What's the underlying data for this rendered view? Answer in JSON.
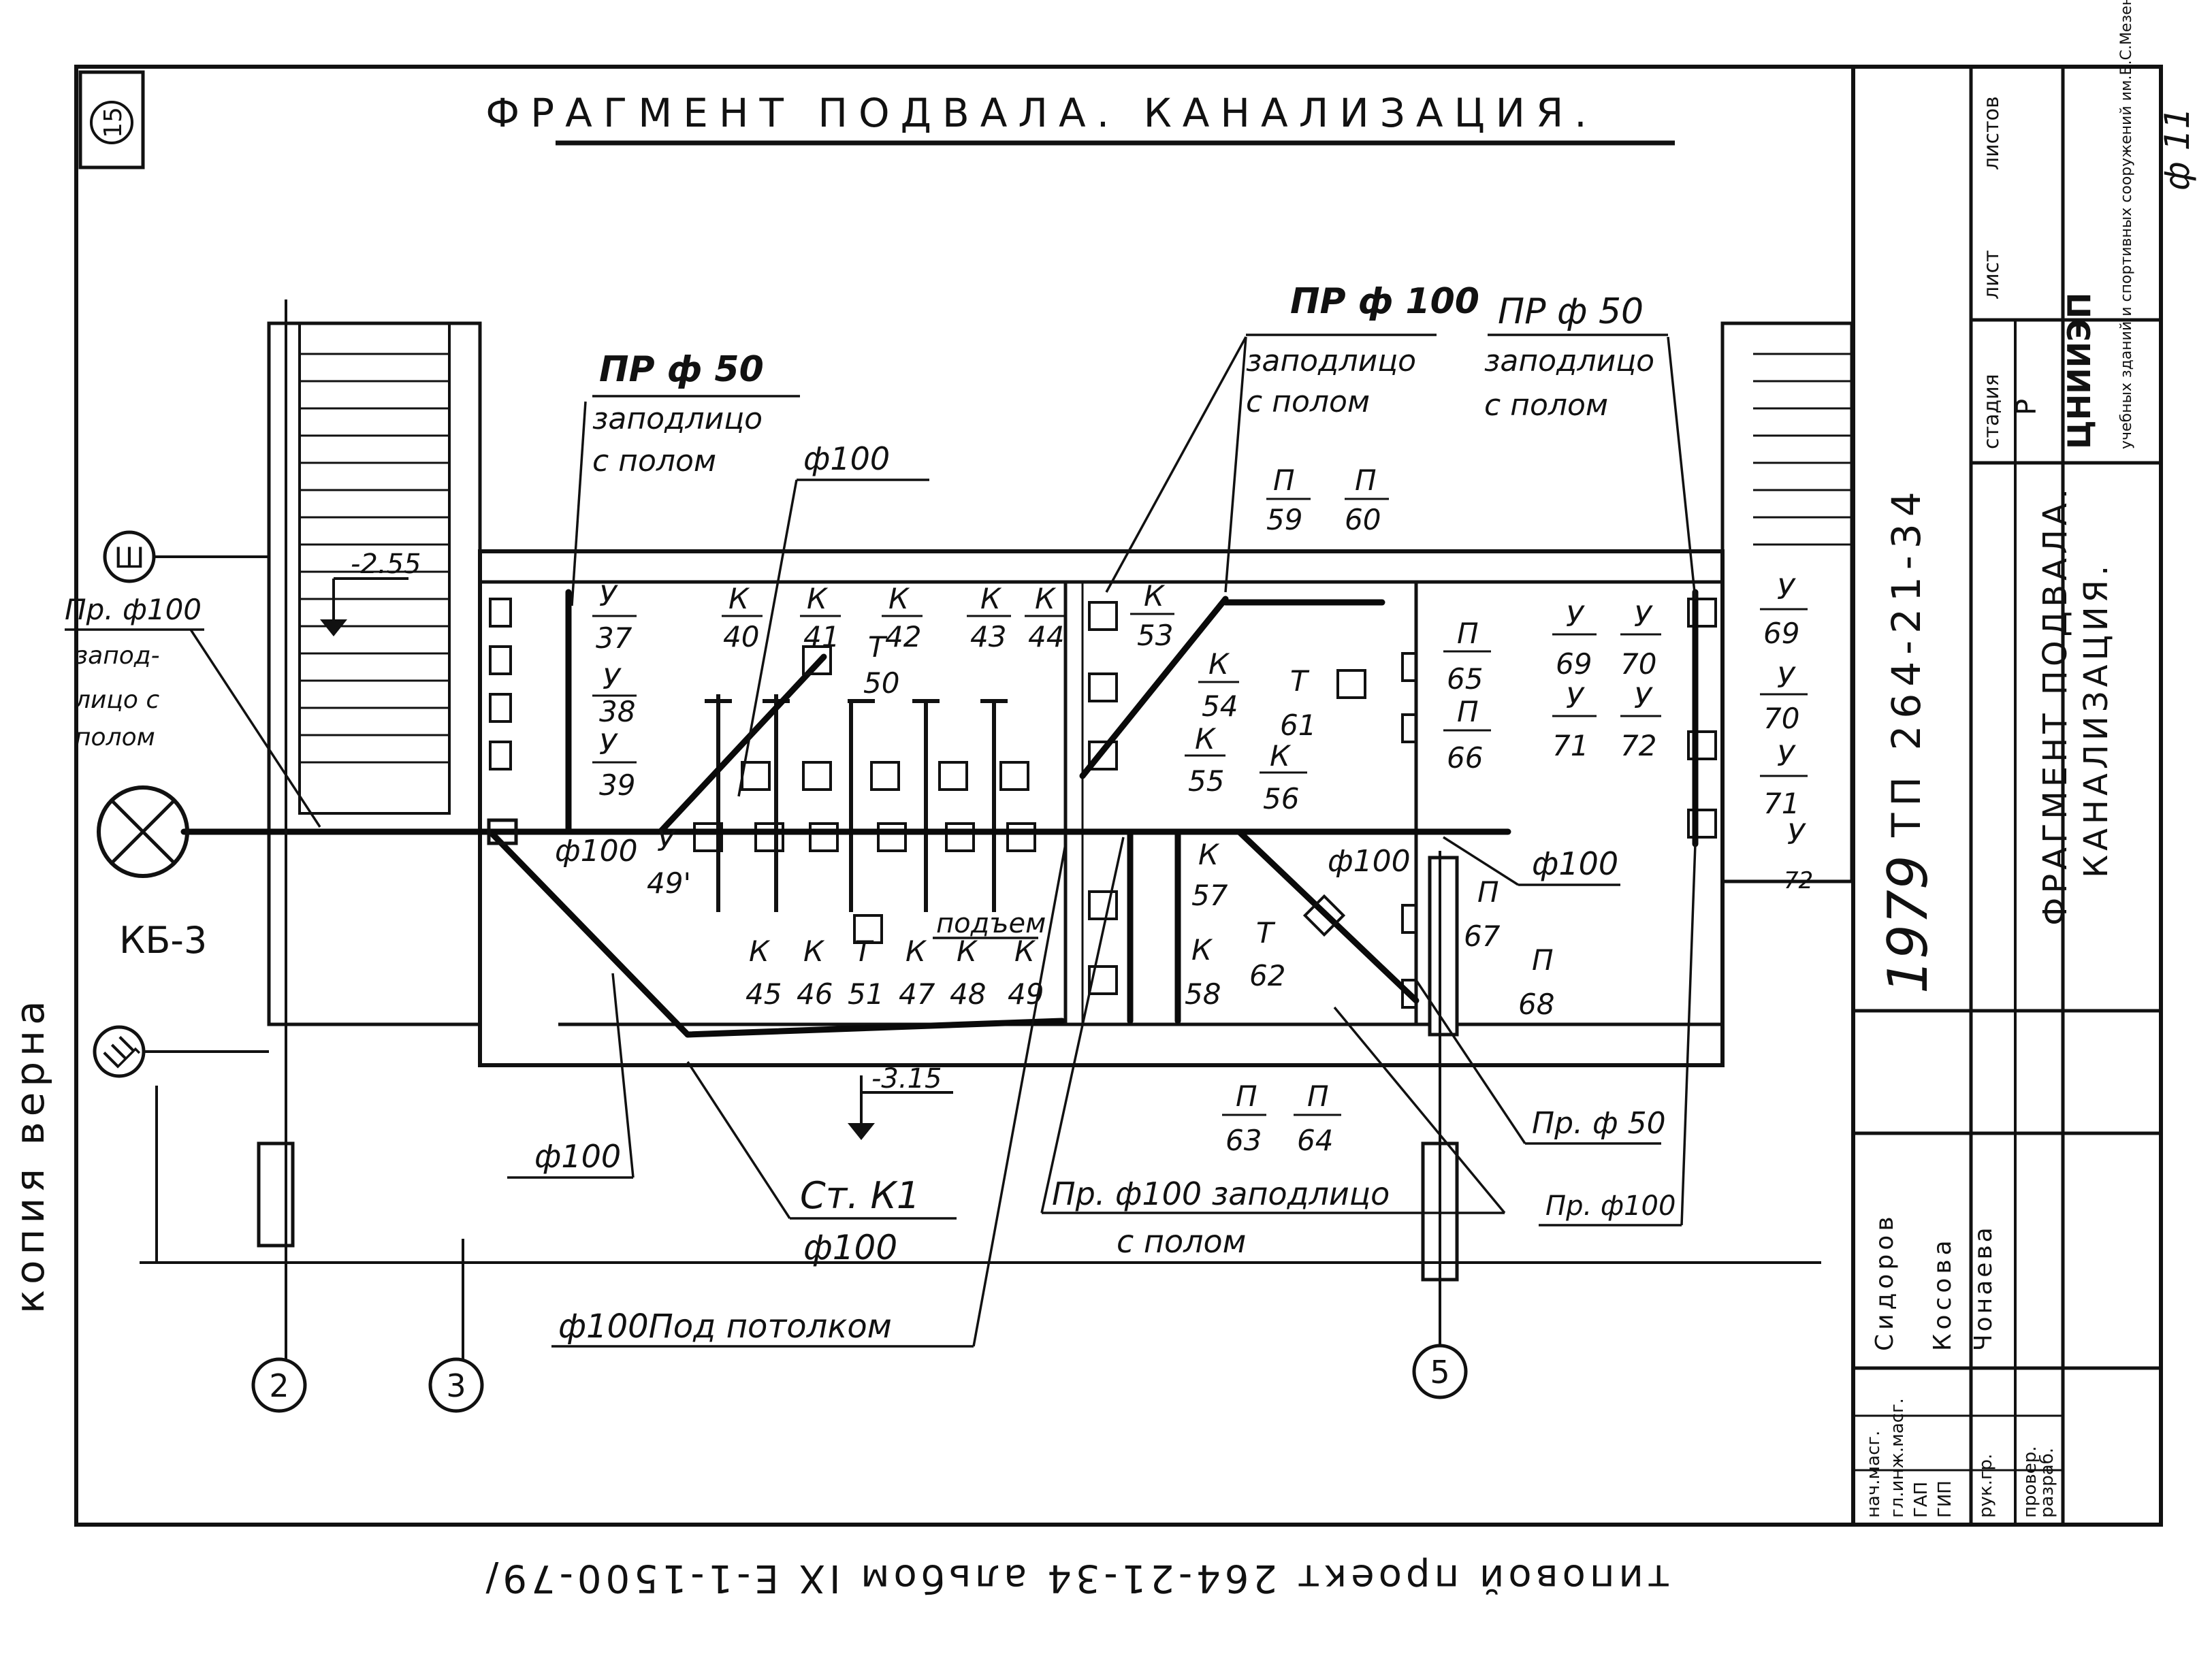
{
  "drawing": {
    "sheet_number": "15",
    "title": "ФРАГМЕНТ ПОДВАЛА. КАНАЛИЗАЦИЯ.",
    "chamber": "КБ-3",
    "level_top": "-2.55",
    "level_bottom": "-3.15",
    "axes": [
      "Ш",
      "Щ",
      "2",
      "3",
      "5"
    ],
    "fixture_labels": [
      {
        "num": "У",
        "den": "37"
      },
      {
        "num": "У",
        "den": "38"
      },
      {
        "num": "У",
        "den": "39"
      },
      {
        "num": "К",
        "den": "40"
      },
      {
        "num": "К",
        "den": "41"
      },
      {
        "num": "К",
        "den": "42"
      },
      {
        "num": "К",
        "den": "43"
      },
      {
        "num": "К",
        "den": "44"
      },
      {
        "num": "Т",
        "den": "50"
      },
      {
        "num": "У",
        "den": "49'"
      },
      {
        "num": "К",
        "den": "45"
      },
      {
        "num": "К",
        "den": "46"
      },
      {
        "num": "Т",
        "den": "51"
      },
      {
        "num": "К",
        "den": "47"
      },
      {
        "num": "К",
        "den": "48"
      },
      {
        "num": "К",
        "den": "49"
      },
      {
        "num": "К",
        "den": "53"
      },
      {
        "num": "К",
        "den": "54"
      },
      {
        "num": "Т",
        "den": "61"
      },
      {
        "num": "К",
        "den": "55"
      },
      {
        "num": "К",
        "den": "56"
      },
      {
        "num": "К",
        "den": "57"
      },
      {
        "num": "К",
        "den": "58"
      },
      {
        "num": "Т",
        "den": "62"
      },
      {
        "num": "П",
        "den": "59"
      },
      {
        "num": "П",
        "den": "60"
      },
      {
        "num": "П",
        "den": "65"
      },
      {
        "num": "П",
        "den": "66"
      },
      {
        "num": "П",
        "den": "67"
      },
      {
        "num": "П",
        "den": "68"
      },
      {
        "num": "П",
        "den": "63"
      },
      {
        "num": "П",
        "den": "64"
      },
      {
        "num": "У",
        "den": "69"
      },
      {
        "num": "У",
        "den": "70"
      },
      {
        "num": "У",
        "den": "71"
      },
      {
        "num": "У",
        "den": "72"
      },
      {
        "num": "У",
        "den": "69"
      },
      {
        "num": "У",
        "den": "70"
      },
      {
        "num": "У",
        "den": "71"
      },
      {
        "num": "У",
        "den": "72"
      }
    ],
    "annotations": {
      "pr50_a": "ПР ф 50",
      "flush_a1": "заподлицо",
      "flush_a2": "с полом",
      "d100_a": "ф100",
      "pr100_top": "ПР ф 100",
      "flush_b1": "заподлицо",
      "flush_b2": "с полом",
      "pr50_b": "ПР ф 50",
      "flush_c1": "заподлицо",
      "flush_c2": "с полом",
      "pr100_left1": "Пр. ф100",
      "pr100_left2": "запод-",
      "pr100_left3": "лицо с",
      "pr100_left4": "полом",
      "d100_b": "ф100",
      "d100_c": "ф100",
      "d100_d": "ф100",
      "podem": "подъем",
      "d100_e": "ф100",
      "st_k1": "Ст. К1",
      "st_k1_d": "ф100",
      "pr100_flush": "Пр. ф100 заподлицо",
      "pr100_flush2": "с полом",
      "ceiling": "ф100Под потолком",
      "pr50_r": "Пр. ф 50",
      "pr100_r": "Пр. ф100"
    },
    "margin_left": "копия верна",
    "margin_bottom": "типовой проект 264-21-34 альбом IX Е-1-1500-79/",
    "margin_right": "ф 11"
  },
  "title_block": {
    "project_code": "ТП 264-21-34",
    "year": "1979",
    "sheet_title_1": "ФРАГМЕНТ ПОДВАЛА.",
    "sheet_title_2": "КАНАЛИЗАЦИЯ.",
    "head_stage": "стадия",
    "head_sheet": "лист",
    "head_sheets": "листов",
    "stage_value": "Р",
    "org_logo": "ЦНИИЭП",
    "org_text": "учебных зданий и спортивных сооружений им.Б.С.Мезенцева",
    "roles": [
      "нач.масг.",
      "гл.инж.масг.",
      "ГАП",
      "ГИП",
      "рук.гр.",
      "провер.",
      "разраб."
    ],
    "names": [
      "Сидоров",
      "Косова",
      "Чонаева"
    ]
  }
}
